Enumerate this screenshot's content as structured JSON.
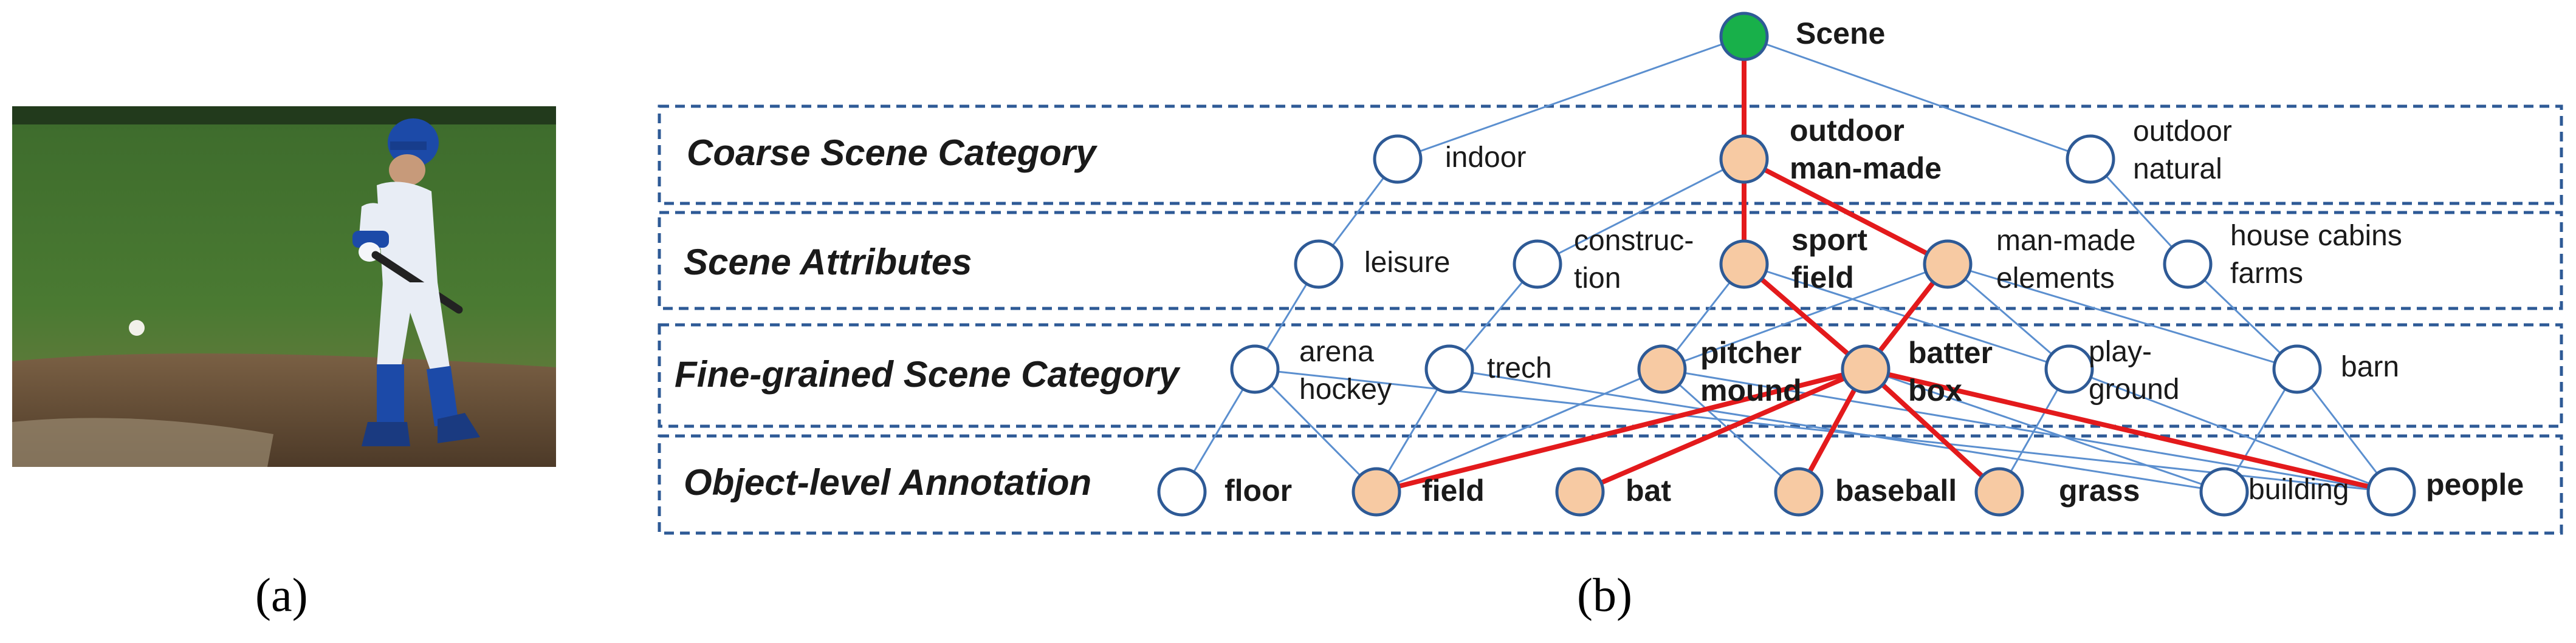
{
  "panel_a": {
    "caption": "(a)"
  },
  "panel_b": {
    "caption": "(b)",
    "bands": [
      {
        "title": "Coarse Scene Category"
      },
      {
        "title": "Scene Attributes"
      },
      {
        "title": "Fine-grained Scene Category"
      },
      {
        "title": "Object-level Annotation"
      }
    ],
    "nodes": {
      "scene": {
        "lines": [
          "Scene"
        ],
        "bold": true,
        "fill": "green"
      },
      "indoor": {
        "lines": [
          "indoor"
        ],
        "bold": false,
        "fill": "white"
      },
      "outdoor_man_made": {
        "lines": [
          "outdoor",
          "man-made"
        ],
        "bold": true,
        "fill": "peach"
      },
      "outdoor_natural": {
        "lines": [
          "outdoor",
          "natural"
        ],
        "bold": false,
        "fill": "white"
      },
      "leisure": {
        "lines": [
          "leisure"
        ],
        "bold": false,
        "fill": "white"
      },
      "construction": {
        "lines": [
          "construc-",
          "tion"
        ],
        "bold": false,
        "fill": "white"
      },
      "sport_field": {
        "lines": [
          "sport",
          "field"
        ],
        "bold": true,
        "fill": "peach"
      },
      "man_made_elements": {
        "lines": [
          "man-made",
          "elements"
        ],
        "bold": false,
        "fill": "peach"
      },
      "house_cabins_farms": {
        "lines": [
          "house cabins",
          "farms"
        ],
        "bold": false,
        "fill": "white"
      },
      "arena_hockey": {
        "lines": [
          "arena",
          "hockey"
        ],
        "bold": false,
        "fill": "white"
      },
      "trech": {
        "lines": [
          "trech"
        ],
        "bold": false,
        "fill": "white"
      },
      "pitcher_mound": {
        "lines": [
          "pitcher",
          "mound"
        ],
        "bold": true,
        "fill": "peach"
      },
      "batter_box": {
        "lines": [
          "batter",
          "box"
        ],
        "bold": true,
        "fill": "peach"
      },
      "playground": {
        "lines": [
          "play-",
          "ground"
        ],
        "bold": false,
        "fill": "white"
      },
      "barn": {
        "lines": [
          "barn"
        ],
        "bold": false,
        "fill": "white"
      },
      "floor": {
        "lines": [
          "floor"
        ],
        "bold": true,
        "fill": "white"
      },
      "field": {
        "lines": [
          "field"
        ],
        "bold": true,
        "fill": "peach"
      },
      "bat": {
        "lines": [
          "bat"
        ],
        "bold": true,
        "fill": "peach"
      },
      "baseball": {
        "lines": [
          "baseball"
        ],
        "bold": true,
        "fill": "peach"
      },
      "grass": {
        "lines": [
          "grass"
        ],
        "bold": true,
        "fill": "peach"
      },
      "building": {
        "lines": [
          "building"
        ],
        "bold": false,
        "fill": "white"
      },
      "people": {
        "lines": [
          "people"
        ],
        "bold": true,
        "fill": "white"
      }
    },
    "edges": [
      {
        "from": "scene",
        "to": "indoor",
        "highlight": false
      },
      {
        "from": "scene",
        "to": "outdoor_man_made",
        "highlight": true
      },
      {
        "from": "scene",
        "to": "outdoor_natural",
        "highlight": false
      },
      {
        "from": "indoor",
        "to": "leisure",
        "highlight": false
      },
      {
        "from": "outdoor_man_made",
        "to": "sport_field",
        "highlight": true
      },
      {
        "from": "outdoor_man_made",
        "to": "man_made_elements",
        "highlight": true
      },
      {
        "from": "outdoor_man_made",
        "to": "construction",
        "highlight": false
      },
      {
        "from": "outdoor_natural",
        "to": "house_cabins_farms",
        "highlight": false
      },
      {
        "from": "leisure",
        "to": "arena_hockey",
        "highlight": false
      },
      {
        "from": "construction",
        "to": "trech",
        "highlight": false
      },
      {
        "from": "sport_field",
        "to": "pitcher_mound",
        "highlight": false
      },
      {
        "from": "sport_field",
        "to": "batter_box",
        "highlight": true
      },
      {
        "from": "sport_field",
        "to": "playground",
        "highlight": false
      },
      {
        "from": "man_made_elements",
        "to": "pitcher_mound",
        "highlight": false
      },
      {
        "from": "man_made_elements",
        "to": "batter_box",
        "highlight": true
      },
      {
        "from": "man_made_elements",
        "to": "barn",
        "highlight": false
      },
      {
        "from": "man_made_elements",
        "to": "playground",
        "highlight": false
      },
      {
        "from": "house_cabins_farms",
        "to": "barn",
        "highlight": false
      },
      {
        "from": "arena_hockey",
        "to": "floor",
        "highlight": false
      },
      {
        "from": "arena_hockey",
        "to": "field",
        "highlight": false
      },
      {
        "from": "arena_hockey",
        "to": "people",
        "highlight": false
      },
      {
        "from": "trech",
        "to": "field",
        "highlight": false
      },
      {
        "from": "trech",
        "to": "building",
        "highlight": false
      },
      {
        "from": "pitcher_mound",
        "to": "field",
        "highlight": false
      },
      {
        "from": "pitcher_mound",
        "to": "baseball",
        "highlight": false
      },
      {
        "from": "pitcher_mound",
        "to": "people",
        "highlight": false
      },
      {
        "from": "batter_box",
        "to": "field",
        "highlight": true
      },
      {
        "from": "batter_box",
        "to": "bat",
        "highlight": true
      },
      {
        "from": "batter_box",
        "to": "baseball",
        "highlight": true
      },
      {
        "from": "batter_box",
        "to": "grass",
        "highlight": true
      },
      {
        "from": "batter_box",
        "to": "people",
        "highlight": true
      },
      {
        "from": "batter_box",
        "to": "building",
        "highlight": false
      },
      {
        "from": "playground",
        "to": "grass",
        "highlight": false
      },
      {
        "from": "playground",
        "to": "people",
        "highlight": false
      },
      {
        "from": "barn",
        "to": "building",
        "highlight": false
      },
      {
        "from": "barn",
        "to": "people",
        "highlight": false
      }
    ],
    "colors": {
      "band_border": "#2e5a96",
      "node_stroke": "#2e5a96",
      "thin_edge": "#5b8fcf",
      "highlight_edge": "#e31a1c",
      "green_node": "#18b04a",
      "peach_node": "#f7caa3",
      "white_node": "#ffffff"
    }
  }
}
